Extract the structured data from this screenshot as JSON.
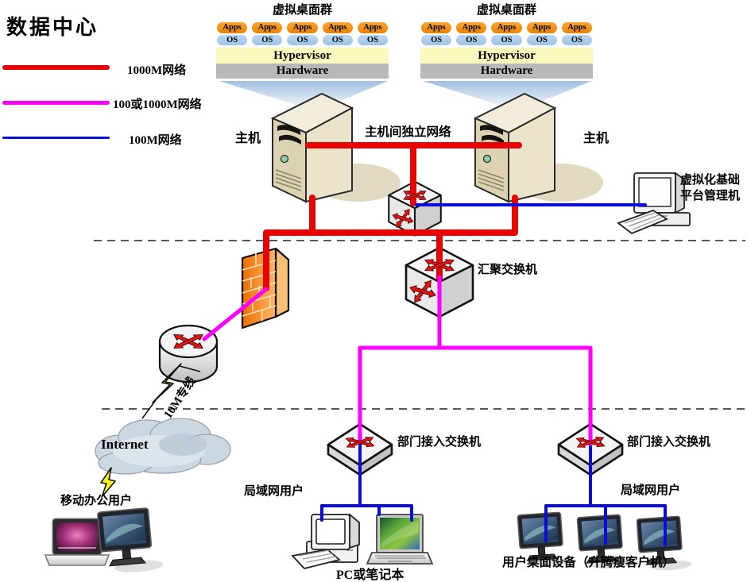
{
  "title": "数据中心",
  "legend": {
    "items": [
      {
        "label": "1000M网络",
        "color": "#e80202"
      },
      {
        "label": "100或1000M网络",
        "color": "#ff00ff"
      },
      {
        "label": "100M网络",
        "color": "#0b0bdb"
      }
    ]
  },
  "clusters": [
    {
      "title": "虚拟桌面群",
      "apps": "Apps",
      "os": "OS",
      "hypervisor": "Hypervisor",
      "hardware": "Hardware"
    },
    {
      "title": "虚拟桌面群",
      "apps": "Apps",
      "os": "OS",
      "hypervisor": "Hypervisor",
      "hardware": "Hardware"
    }
  ],
  "labels": {
    "host_left": "主机",
    "host_right": "主机",
    "host_interconnect": "主机间独立网络",
    "mgmt_line1": "虚拟化基础",
    "mgmt_line2": "平台管理机",
    "agg_switch": "汇聚交换机",
    "leased_line": "10M专线",
    "internet": "Internet",
    "mobile_users": "移动办公用户",
    "dept_switch_left": "部门接入交换机",
    "dept_switch_right": "部门接入交换机",
    "lan_users_left": "局域网用户",
    "lan_users_right": "局域网用户",
    "pc_or_laptop": "PC或笔记本",
    "thin_clients": "用户桌面设备（升腾瘦客户机）"
  },
  "colors": {
    "net_1000m": "#e80202",
    "net_100_1000m": "#ff00ff",
    "net_100m": "#0b0bdb",
    "apps_pill": "#f08b0b",
    "os_pill": "#a8cbe9",
    "hypervisor_bar": "#fafabe",
    "hardware_bar": "#b9b9b9",
    "firewall": "#f5861f"
  }
}
